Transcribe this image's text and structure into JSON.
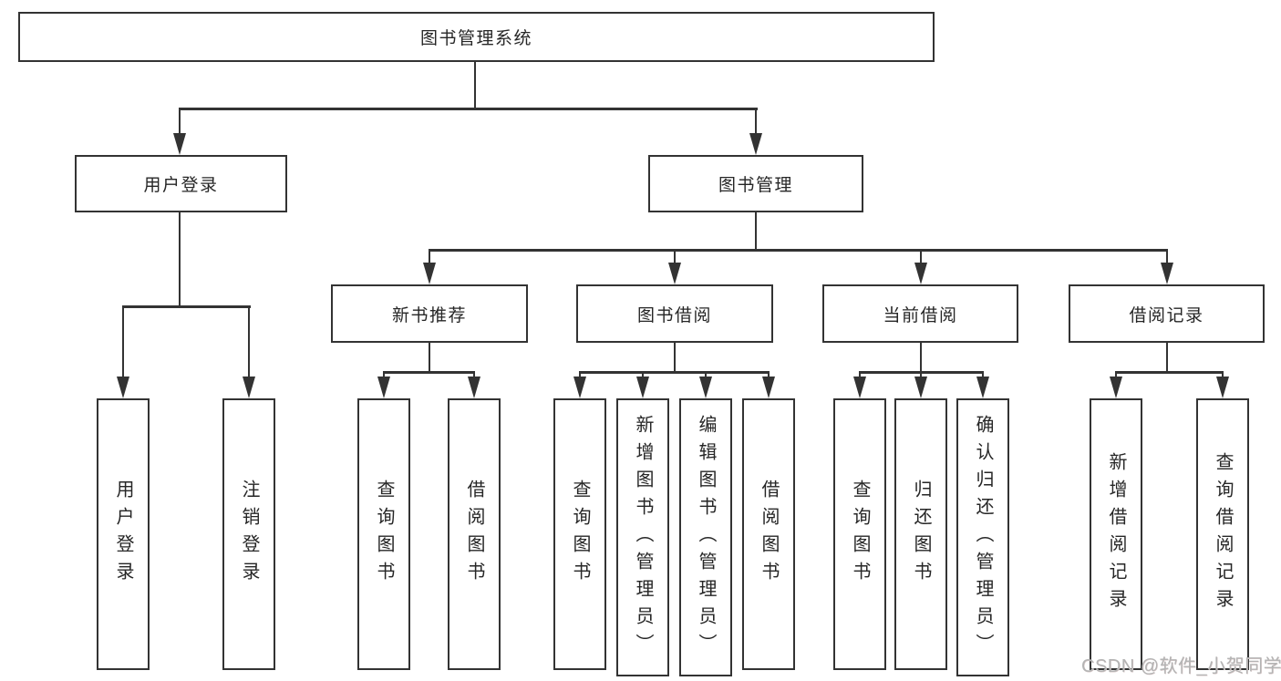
{
  "diagram": {
    "root": {
      "label": "图书管理系统"
    },
    "level2": {
      "user_login": {
        "label": "用户登录"
      },
      "book_management": {
        "label": "图书管理"
      }
    },
    "level3": {
      "new_book_recommend": {
        "label": "新书推荐"
      },
      "book_borrowing": {
        "label": "图书借阅"
      },
      "current_borrowing": {
        "label": "当前借阅"
      },
      "borrow_records": {
        "label": "借阅记录"
      }
    },
    "leaves": {
      "user_login": {
        "label": "用户登录"
      },
      "logout": {
        "label": "注销登录"
      },
      "recommend_query_books": {
        "label": "查询图书"
      },
      "recommend_borrow_books": {
        "label": "借阅图书"
      },
      "borrowing_query_books": {
        "label": "查询图书"
      },
      "borrowing_add_books": {
        "label": "新增图书（管理员）"
      },
      "borrowing_edit_books": {
        "label": "编辑图书（管理员）"
      },
      "borrowing_borrow_books": {
        "label": "借阅图书"
      },
      "current_query_books": {
        "label": "查询图书"
      },
      "current_return_books": {
        "label": "归还图书"
      },
      "current_confirm_return": {
        "label": "确认归还（管理员）"
      },
      "records_add_record": {
        "label": "新增借阅记录"
      },
      "records_query_record": {
        "label": "查询借阅记录"
      }
    }
  },
  "watermark": {
    "text": "CSDN @软件_小贺同学"
  },
  "colors": {
    "line": "#333333",
    "box_background": "#ffffff",
    "text": "#262626",
    "watermark": "#b4b4b4"
  }
}
